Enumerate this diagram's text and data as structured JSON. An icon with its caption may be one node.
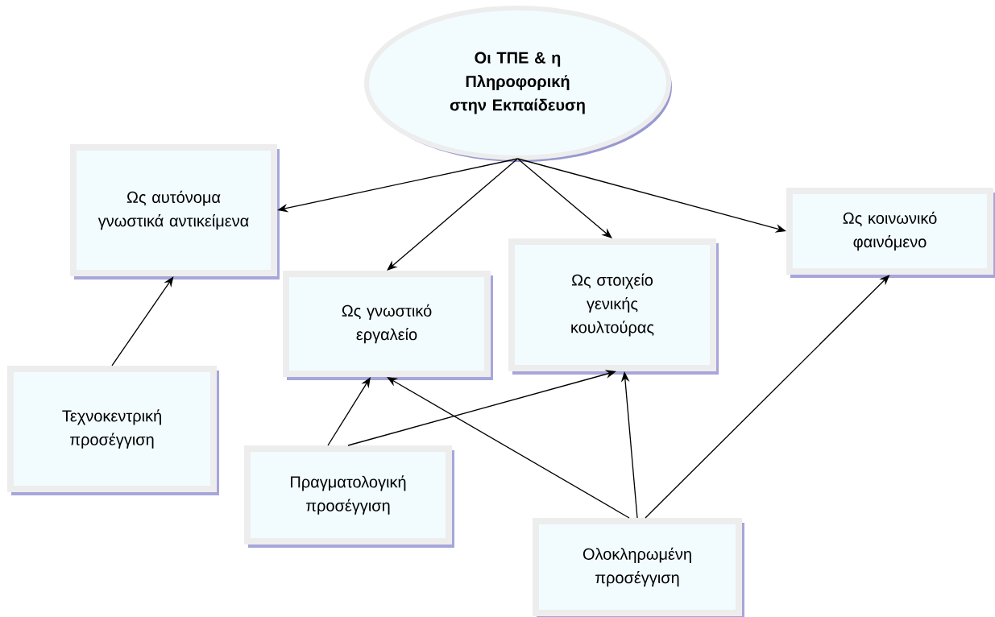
{
  "diagram": {
    "nodes": [
      {
        "text": [
          "Οι ΤΠΕ & η Πληροφορική στην Εκπαίδευση"
        ]
      },
      {
        "text": [
          "Ως αυτόνομα γνωστικά αντικείμενα"
        ]
      },
      {
        "text": [
          "Ως γνωστικό εργαλείο"
        ]
      },
      {
        "text": [
          "Ως στοιχείο γενικής κουλτούρας"
        ]
      },
      {
        "text": [
          "Ως κοινωνικό φαινόμενο"
        ]
      },
      {
        "text": [
          "Τεχνοκεντρική προσέγγιση"
        ]
      },
      {
        "text": [
          "Πραγματολογική προσέγγιση"
        ]
      },
      {
        "text": [
          "Ολοκληρωμένη προσέγγιση"
        ]
      }
    ],
    "edges": [
      {
        "from": 0,
        "to": 1,
        "arrow": "to"
      },
      {
        "from": 0,
        "to": 2,
        "arrow": "to"
      },
      {
        "from": 0,
        "to": 3,
        "arrow": "to"
      },
      {
        "from": 0,
        "to": 4,
        "arrow": "to"
      },
      {
        "from": 5,
        "to": 1,
        "arrow": "to"
      },
      {
        "from": 6,
        "to": 2,
        "arrow": "to"
      },
      {
        "from": 6,
        "to": 3,
        "arrow": "to"
      },
      {
        "from": 7,
        "to": 2,
        "arrow": "to"
      },
      {
        "from": 7,
        "to": 3,
        "arrow": "to"
      },
      {
        "from": 7,
        "to": 4,
        "arrow": "to"
      }
    ]
  }
}
